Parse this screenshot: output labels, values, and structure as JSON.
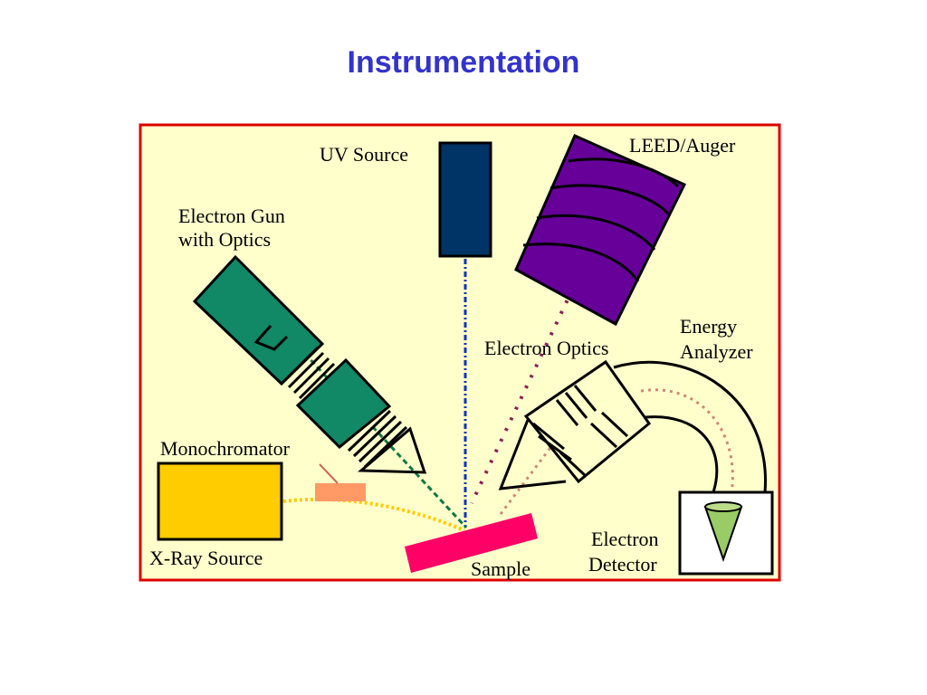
{
  "slide": {
    "title": "Instrumentation"
  },
  "diagram": {
    "labels": {
      "uv_source": "UV Source",
      "leed_auger": "LEED/Auger",
      "electron_gun_line1": "Electron Gun",
      "electron_gun_line2": "with Optics",
      "energy_analyzer_line1": "Energy",
      "energy_analyzer_line2": "Analyzer",
      "electron_optics": "Electron Optics",
      "monochromator": "Monochromator",
      "xray_source": "X-Ray Source",
      "sample": "Sample",
      "electron_detector_line1": "Electron",
      "electron_detector_line2": "Detector"
    },
    "colors": {
      "frame_border": "#dd0000",
      "background": "#ffffcc",
      "uv_source": "#003366",
      "leed_screen": "#660099",
      "electron_gun": "#118866",
      "xray_source": "#ffcc00",
      "monochromator": "#ff9966",
      "sample": "#ff0066",
      "detector_cone": "#99cc66",
      "uv_beam": "#1133bb",
      "xray_beam": "#ffcc00",
      "electron_beam": "#117744",
      "auger_path": "#882255",
      "analyzer_path": "#cc8877"
    }
  }
}
